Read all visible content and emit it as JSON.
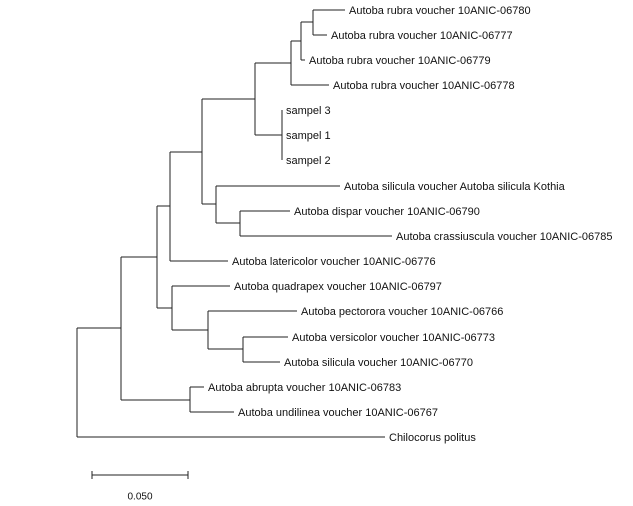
{
  "tree": {
    "leaves": [
      "Autoba rubra voucher 10ANIC-06780",
      "Autoba rubra voucher 10ANIC-06777",
      "Autoba rubra voucher 10ANIC-06779",
      "Autoba rubra voucher 10ANIC-06778",
      "sampel 3",
      "sampel 1",
      "sampel 2",
      "Autoba silicula voucher Autoba silicula Kothia",
      "Autoba dispar voucher 10ANIC-06790",
      "Autoba crassiuscula voucher 10ANIC-06785",
      "Autoba latericolor voucher 10ANIC-06776",
      "Autoba quadrapex voucher 10ANIC-06797",
      "Autoba pectorora voucher 10ANIC-06766",
      "Autoba versicolor voucher 10ANIC-06773",
      "Autoba silicula voucher 10ANIC-06770",
      "Autoba abrupta voucher 10ANIC-06783",
      "Autoba undilinea voucher 10ANIC-06767",
      "Chilocorus politus"
    ]
  },
  "scale_bar": {
    "label": "0.050",
    "value": 0.05
  }
}
